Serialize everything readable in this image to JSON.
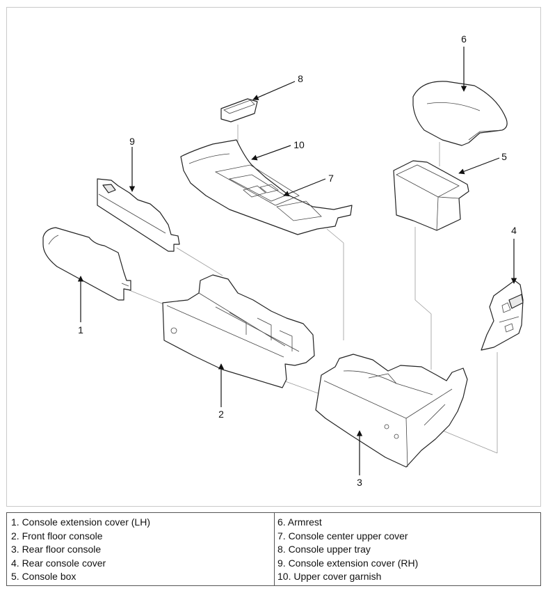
{
  "callouts": {
    "c1": "1",
    "c2": "2",
    "c3": "3",
    "c4": "4",
    "c5": "5",
    "c6": "6",
    "c7": "7",
    "c8": "8",
    "c9": "9",
    "c10": "10"
  },
  "legend": {
    "left": [
      "1. Console extension cover (LH)",
      "2. Front floor console",
      "3. Rear floor console",
      "4. Rear console cover",
      "5. Console box"
    ],
    "right": [
      "6. Armrest",
      "7. Console center upper cover",
      "8. Console upper tray",
      "9. Console extension cover (RH)",
      "10. Upper cover garnish"
    ]
  }
}
